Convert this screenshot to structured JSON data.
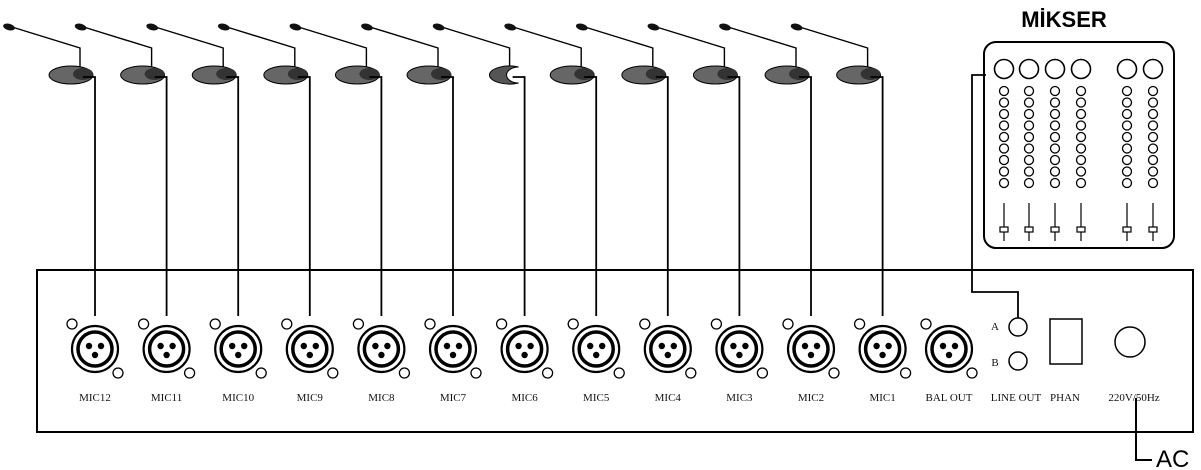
{
  "mixer": {
    "title": "MİKSER",
    "channels": 6
  },
  "panel": {
    "mic_labels": [
      "MIC12",
      "MIC11",
      "MIC10",
      "MIC9",
      "MIC8",
      "MIC7",
      "MIC6",
      "MIC5",
      "MIC4",
      "MIC3",
      "MIC2",
      "MIC1"
    ],
    "bal_out": "BAL OUT",
    "line_out": {
      "label": "LINE OUT",
      "a": "A",
      "b": "B"
    },
    "phan": "PHAN",
    "power": "220V/50Hz"
  },
  "ac_label": "AC",
  "microphones": {
    "count": 12
  }
}
